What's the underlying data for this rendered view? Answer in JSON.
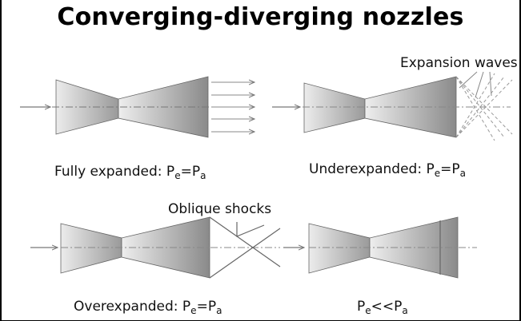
{
  "title": "Converging-diverging nozzles",
  "panels": {
    "fully_expanded": {
      "label_prefix": "Fully expanded: ",
      "p_left": "P",
      "sub_left": "e",
      "eq": "=",
      "p_right": "P",
      "sub_right": "a"
    },
    "underexpanded": {
      "label_prefix": "Underexpanded: ",
      "p_left": "P",
      "sub_left": "e",
      "eq": "=",
      "p_right": "P",
      "sub_right": "a",
      "annotation": "Expansion waves"
    },
    "overexpanded": {
      "label_prefix": "Overexpanded: ",
      "p_left": "P",
      "sub_left": "e",
      "eq": "=",
      "p_right": "P",
      "sub_right": "a",
      "annotation": "Oblique shocks"
    },
    "separated": {
      "label_prefix": "",
      "p_left": "P",
      "sub_left": "e",
      "eq": "<<",
      "p_right": "P",
      "sub_right": "a"
    }
  },
  "colors": {
    "nozzle_dark": "#8c8c8c",
    "nozzle_light": "#ececec",
    "line": "#777777",
    "text": "#111111"
  }
}
